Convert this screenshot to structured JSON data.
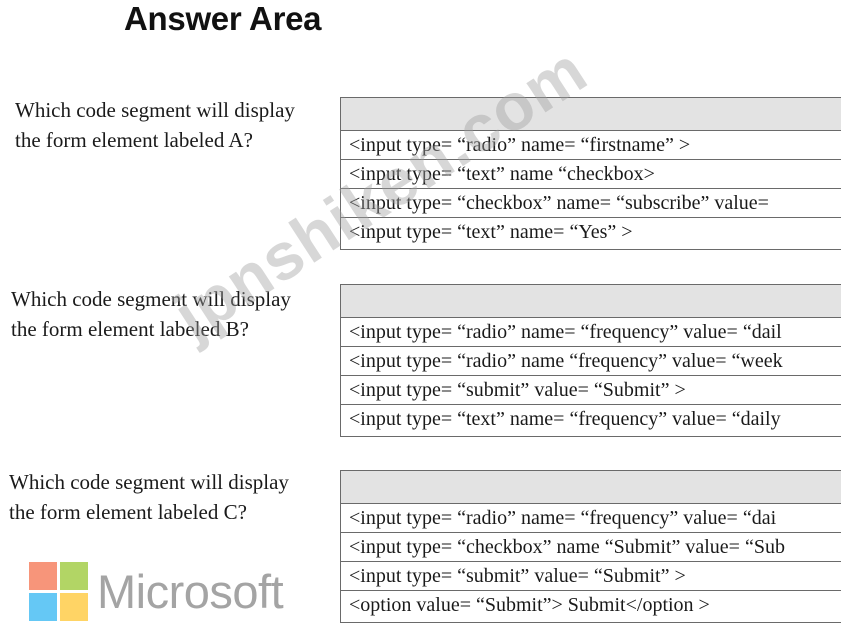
{
  "page": {
    "title": "Answer Area"
  },
  "questions": [
    {
      "line1": "Which code segment will display",
      "line2": "the form element labeled A?",
      "options": [
        "<input type= “radio” name= “firstname” >",
        "<input type= “text” name “checkbox>",
        "<input type= “checkbox” name= “subscribe” value=",
        "<input type= “text” name= “Yes” >"
      ]
    },
    {
      "line1": "Which code segment will display",
      "line2": "the form element labeled B?",
      "options": [
        "<input type= “radio” name= “frequency” value= “dail",
        "<input type= “radio” name “frequency” value= “week",
        "<input type= “submit” value= “Submit” >",
        "<input type= “text” name= “frequency” value= “daily"
      ]
    },
    {
      "line1": "Which code segment will display",
      "line2": "the form element labeled C?",
      "options": [
        "<input type= “radio” name= “frequency” value= “dai",
        "<input type= “checkbox” name “Submit” value= “Sub",
        "<input type= “submit” value= “Submit” >",
        "<option value= “Submit”> Submit</option >"
      ]
    }
  ],
  "watermark": {
    "text": "jpnshiken.com"
  },
  "logo": {
    "text": "Microsoft",
    "colors": [
      "#f25022",
      "#7fba00",
      "#00a4ef",
      "#ffb900"
    ]
  }
}
